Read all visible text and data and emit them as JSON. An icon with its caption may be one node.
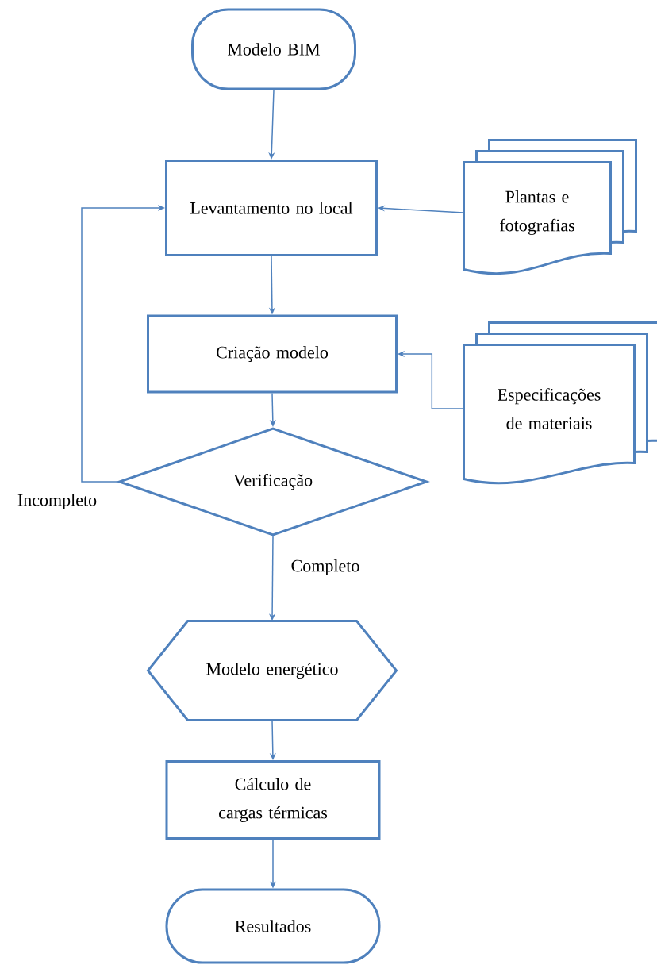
{
  "diagram": {
    "nodes": [
      {
        "text": [
          "Modelo BIM"
        ]
      },
      {
        "text": [
          "Levantamento no local"
        ]
      },
      {
        "text": [
          "Plantas e fotografias"
        ]
      },
      {
        "text": [
          "Criação modelo"
        ]
      },
      {
        "text": [
          "Especificações de materiais"
        ]
      },
      {
        "text": [
          "Verificação"
        ]
      },
      {
        "text": [
          "Modelo energético"
        ]
      },
      {
        "text": [
          "Cálculo de cargas térmicas"
        ]
      },
      {
        "text": [
          "Resultados"
        ]
      }
    ],
    "edges": [
      {
        "from": 0,
        "to": 1,
        "arrow": "to"
      },
      {
        "from": 2,
        "to": 1,
        "arrow": "to"
      },
      {
        "from": 1,
        "to": 3,
        "arrow": "to"
      },
      {
        "from": 4,
        "to": 3,
        "arrow": "to"
      },
      {
        "from": 3,
        "to": 5,
        "arrow": "to"
      },
      {
        "from": 5,
        "to": 1,
        "arrow": "to",
        "label": "Incompleto"
      },
      {
        "from": 5,
        "to": 6,
        "arrow": "to",
        "label": "Completo"
      },
      {
        "from": 6,
        "to": 7,
        "arrow": "to"
      },
      {
        "from": 7,
        "to": 8,
        "arrow": "to"
      }
    ]
  }
}
